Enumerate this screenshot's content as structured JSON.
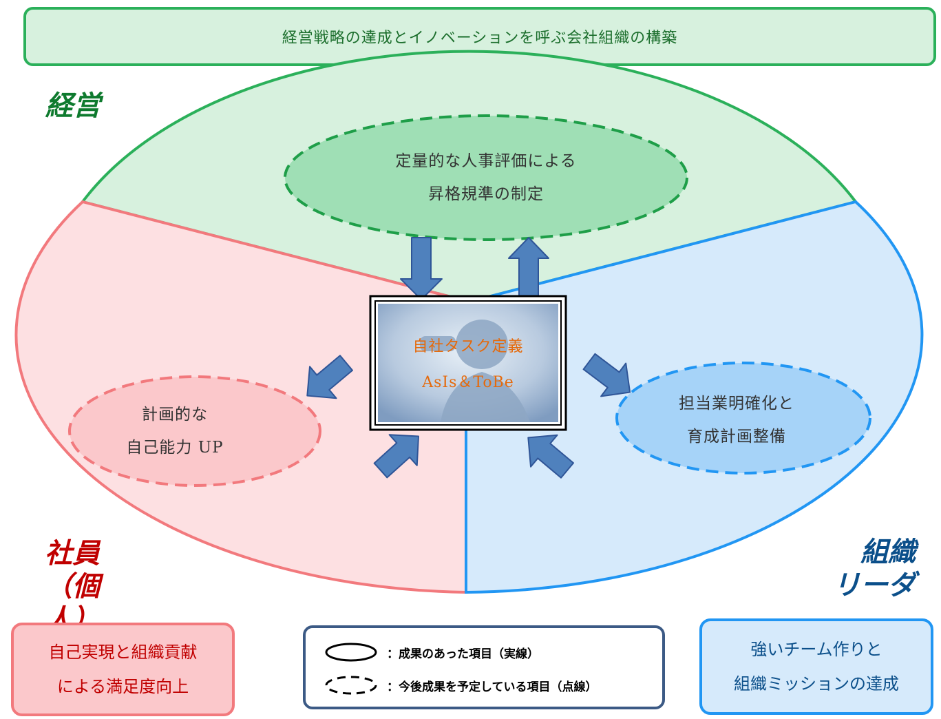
{
  "banner": {
    "title": "経営戦略の達成とイノベーションを呼ぶ会社組織の構築"
  },
  "sectors": {
    "management": {
      "label": "経営",
      "color": "#0e7a2e",
      "fill": "#d7f1de",
      "stroke": "#2bb05a"
    },
    "employee": {
      "label_line1": "社員",
      "label_line2": "（個人）",
      "color": "#c00000",
      "fill": "#fde0e2",
      "stroke": "#f2797d"
    },
    "organization": {
      "label_line1": "組織",
      "label_line2": "リーダ",
      "color": "#0b4f8a",
      "fill": "#d6eafb",
      "stroke": "#2196f3"
    }
  },
  "ovals": {
    "management": {
      "line1": "定量的な人事評価による",
      "line2": "昇格規準の制定"
    },
    "employee": {
      "line1": "計画的な",
      "line2": "自己能力 UP"
    },
    "organization": {
      "line1": "担当業明確化と",
      "line2": "育成計画整備"
    }
  },
  "center": {
    "line1": "自社タスク定義",
    "line2": "AsIs＆ToBe"
  },
  "boxes": {
    "employee": {
      "line1": "自己実現と組織貢献",
      "line2": "による満足度向上"
    },
    "organization": {
      "line1": "強いチーム作りと",
      "line2": "組織ミッションの達成"
    }
  },
  "legend": {
    "solid_label": "：成果のあった項目（実線）",
    "dashed_label": "：今後成果を予定している項目（点線）"
  },
  "colors": {
    "arrow": "#4f81bd",
    "arrow_stroke": "#2f5597"
  }
}
